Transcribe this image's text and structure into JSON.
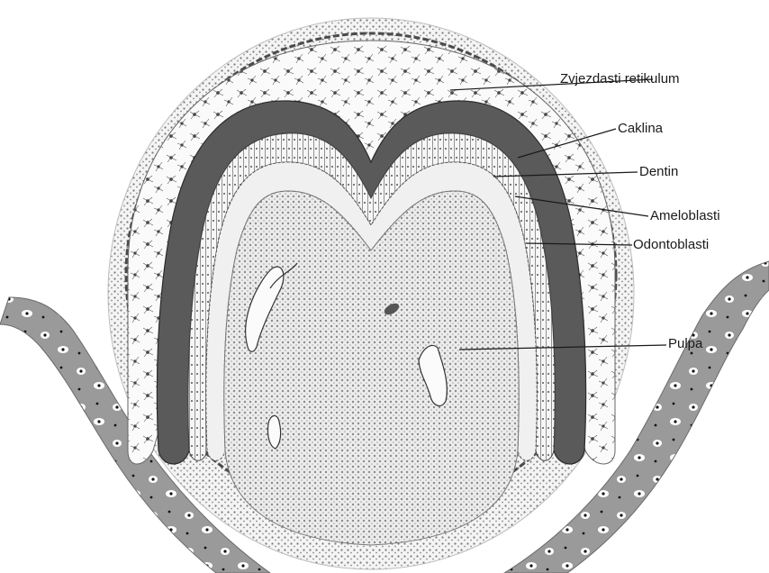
{
  "labels": {
    "stellate_reticulum": "Zvjezdasti retikulum",
    "enamel": "Caklina",
    "dentin": "Dentin",
    "ameloblasts": "Ameloblasti",
    "odontoblasts": "Odontoblasti",
    "pulp": "Pulpa"
  },
  "colors": {
    "background": "#ffffff",
    "ink": "#1a1a1a",
    "enamel": "#5a5a5a",
    "bone": "#9a9a9a",
    "follicle_dots": "#6e6e6e"
  }
}
